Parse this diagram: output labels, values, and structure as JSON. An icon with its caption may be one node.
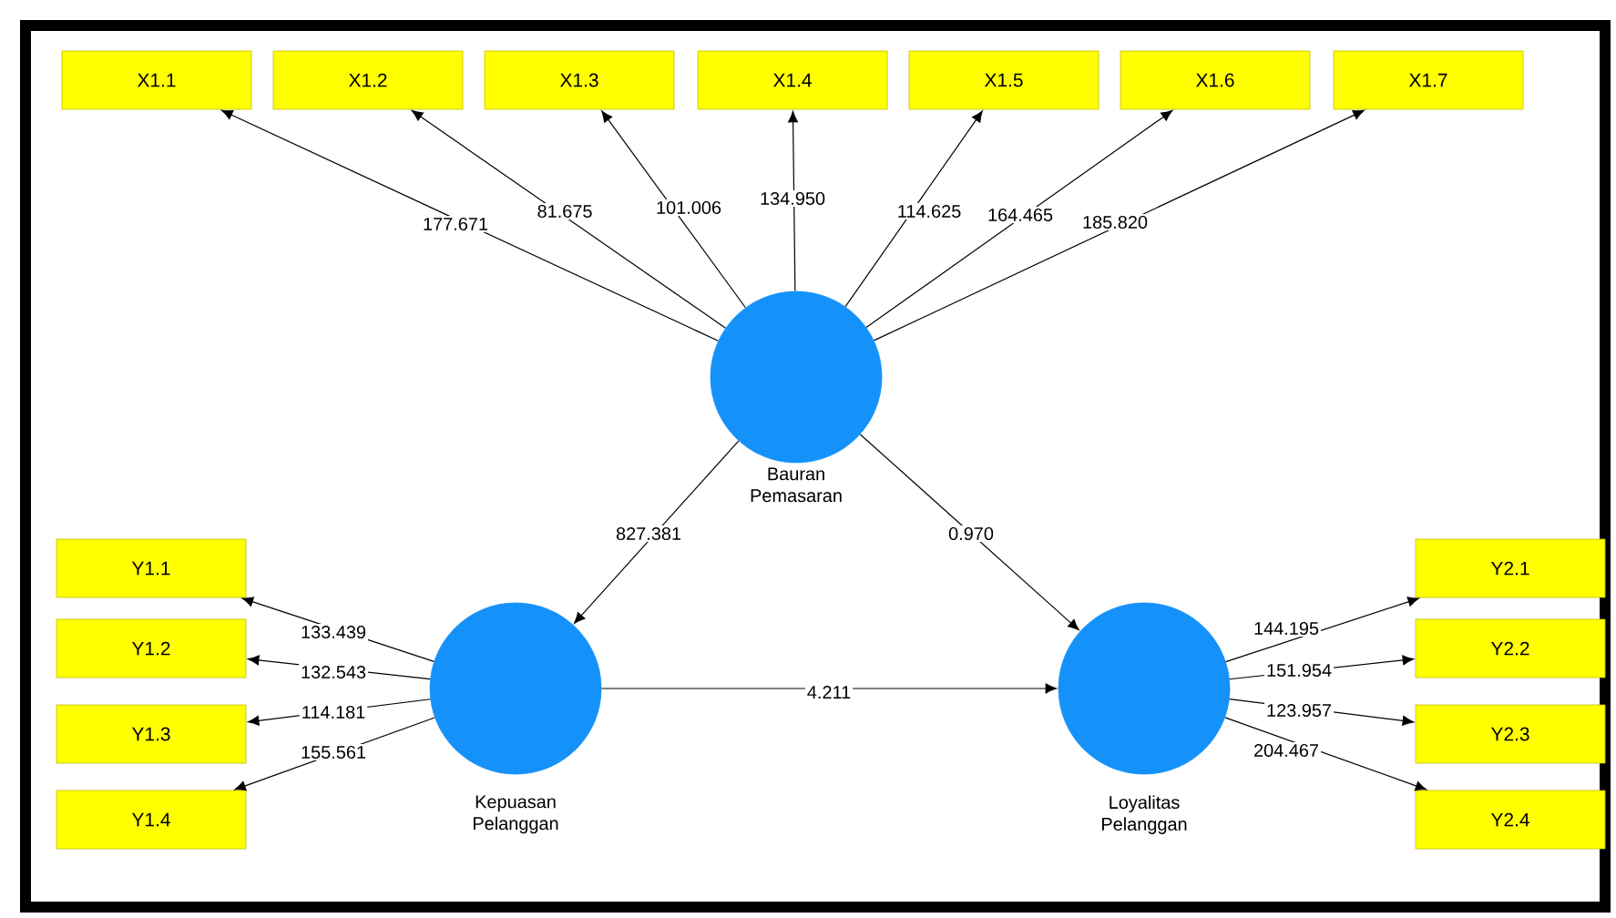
{
  "diagram": {
    "nodes": [
      {
        "text": [
          "X1.1"
        ]
      },
      {
        "text": [
          "X1.2"
        ]
      },
      {
        "text": [
          "X1.3"
        ]
      },
      {
        "text": [
          "X1.4"
        ]
      },
      {
        "text": [
          "X1.5"
        ]
      },
      {
        "text": [
          "X1.6"
        ]
      },
      {
        "text": [
          "X1.7"
        ]
      },
      {
        "text": [
          "Bauran Pemasaran"
        ]
      },
      {
        "text": [
          "Kepuasan Pelanggan"
        ]
      },
      {
        "text": [
          "Loyalitas Pelanggan"
        ]
      },
      {
        "text": [
          "Y1.1"
        ]
      },
      {
        "text": [
          "Y1.2"
        ]
      },
      {
        "text": [
          "Y1.3"
        ]
      },
      {
        "text": [
          "Y1.4"
        ]
      },
      {
        "text": [
          "Y2.1"
        ]
      },
      {
        "text": [
          "Y2.2"
        ]
      },
      {
        "text": [
          "Y2.3"
        ]
      },
      {
        "text": [
          "Y2.4"
        ]
      }
    ],
    "edges": [
      {
        "from": 7,
        "to": 0,
        "arrow": "to",
        "label": "177.671"
      },
      {
        "from": 7,
        "to": 1,
        "arrow": "to",
        "label": "81.675"
      },
      {
        "from": 7,
        "to": 2,
        "arrow": "to",
        "label": "101.006"
      },
      {
        "from": 7,
        "to": 3,
        "arrow": "to",
        "label": "134.950"
      },
      {
        "from": 7,
        "to": 4,
        "arrow": "to",
        "label": "114.625"
      },
      {
        "from": 7,
        "to": 5,
        "arrow": "to",
        "label": "164.465"
      },
      {
        "from": 7,
        "to": 6,
        "arrow": "to",
        "label": "185.820"
      },
      {
        "from": 7,
        "to": 8,
        "arrow": "to",
        "label": "827.381"
      },
      {
        "from": 7,
        "to": 9,
        "arrow": "to",
        "label": "0.970"
      },
      {
        "from": 8,
        "to": 9,
        "arrow": "to",
        "label": "4.211"
      },
      {
        "from": 8,
        "to": 10,
        "arrow": "to",
        "label": "133.439"
      },
      {
        "from": 8,
        "to": 11,
        "arrow": "to",
        "label": "132.543"
      },
      {
        "from": 8,
        "to": 12,
        "arrow": "to",
        "label": "114.181"
      },
      {
        "from": 8,
        "to": 13,
        "arrow": "to",
        "label": "155.561"
      },
      {
        "from": 9,
        "to": 14,
        "arrow": "to",
        "label": "144.195"
      },
      {
        "from": 9,
        "to": 15,
        "arrow": "to",
        "label": "151.954"
      },
      {
        "from": 9,
        "to": 16,
        "arrow": "to",
        "label": "123.957"
      },
      {
        "from": 9,
        "to": 17,
        "arrow": "to",
        "label": "204.467"
      }
    ]
  }
}
